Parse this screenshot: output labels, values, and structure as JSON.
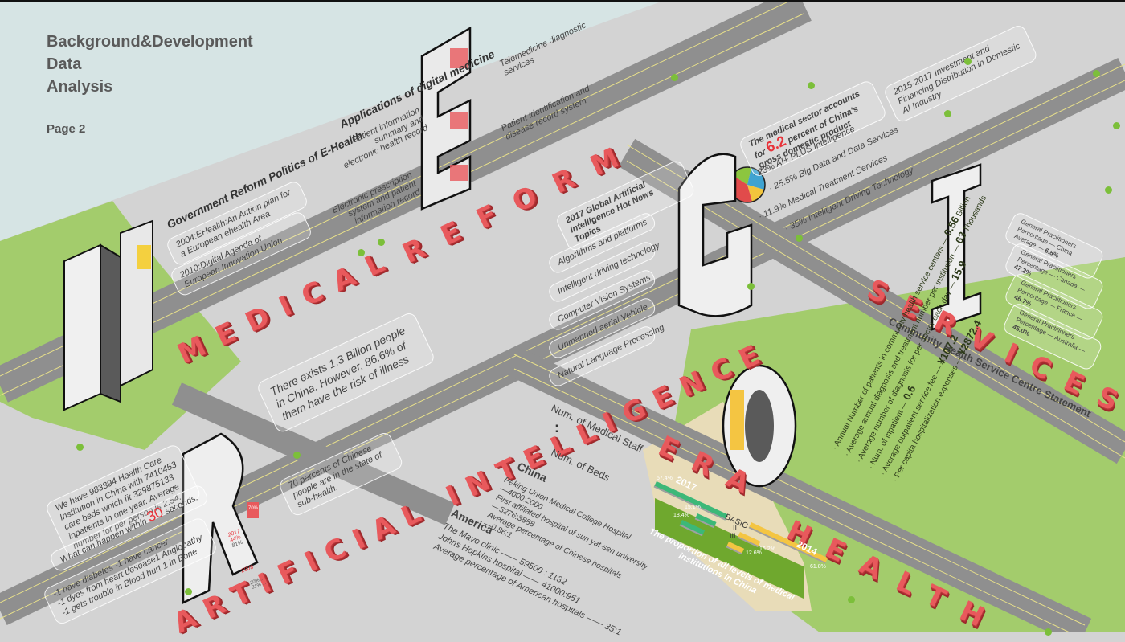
{
  "header": {
    "title_lines": [
      "Background&Development",
      "Data",
      "Analysis"
    ],
    "page_label": "Page 2"
  },
  "big_words": {
    "medical": "MEDICAL",
    "reform": "REFORM",
    "artificial_intelligence": "ARTIFICIAL INTELLIGENCE",
    "services": "SERVICES",
    "era": "ERA",
    "health": "HEALTH"
  },
  "ehealth_politics": {
    "heading": "Government Reform Politics of E-Health",
    "items": [
      "2004:EHealth:An Action plan for a European ehealth Area",
      "2010:Digital Agenda of European Innovation Union"
    ]
  },
  "digital_medicine": {
    "heading": "Applications of digital medicine",
    "items": [
      "Telemedicine diagnostic services",
      "Patient identification and disease record system",
      "Patient information summary and electronic health record",
      "Electronic prescription system and patient information record"
    ]
  },
  "illness_note": "There exists 1.3 Billon people in China. However, 86.6% of them have the risk of illness",
  "subhealth_note": "70 percents of Chinese people are in the state of sub-health.",
  "healthcare_note": "We have 983394 Health Care Institution in China with 7410453 care beds which fit 329875133 inpatients in one year. Average number for per person is 2.54.",
  "thirty_seconds": {
    "prefix": "What can happen within",
    "number": "30",
    "suffix": "seconds."
  },
  "thirty_seconds_events": [
    "-1 have diabetes        -1 have cancer",
    "-1 dyes from heart desease1 Angiopathy",
    "-1 gets trouble in Blood hurt 1 in Bone"
  ],
  "r_building_stats": {
    "year_a": "2017",
    "a_pct_1": "44%",
    "a_pct_2": "81%",
    "year_b": "2008",
    "b_line_1": "20% ...",
    "b_line_2": "81% ...",
    "tag": "70%"
  },
  "ai_news": {
    "heading": "2017 Global Artificial Intelligence Hot News Topics",
    "topics": [
      "Algorithms and platforms",
      "Intelligent driving technology",
      "Computer Vision Systems",
      "Unmanned aerial Vehicle",
      "Natural Language Processing"
    ]
  },
  "gdp_note": {
    "prefix": "The medical sector accounts for",
    "number": "6.2",
    "suffix": "percent of China's gross domestic product"
  },
  "ai_breakdown": [
    {
      "pct": "23%",
      "label": "AI+ PLUS Intelligence",
      "color": "#8cc63f"
    },
    {
      "pct": "25.5%",
      "label": "Big Data and Data Services",
      "color": "#3fa3d1"
    },
    {
      "pct": "11.9%",
      "label": "Medical Treatment Services",
      "color": "#f2c53d"
    },
    {
      "pct": "35%",
      "label": "Intelligent Driving Technology",
      "color": "#e14b4b"
    }
  ],
  "investment_note": "2015-2017 Investment and Financing Distribution in Domestic AI Industry",
  "gp_percentages": [
    {
      "label": "General Practitioners Percentage — China Average —",
      "value": "6.8%"
    },
    {
      "label": "General Practitioners Percentage — Canada —",
      "value": "47.2%"
    },
    {
      "label": "General Practitioners Percentage — France —",
      "value": "46.7%"
    },
    {
      "label": "General Practitioners Percentage — Australia —",
      "value": "45.0%"
    }
  ],
  "staff_beds": {
    "top": "Num. of Medical Staff",
    "colon": ":",
    "bottom": "Num. of Beds",
    "china_heading": "China",
    "china_lines": [
      "Peking Union Medical College Hospital",
      "—4000:2000",
      "First affiliated hospital of sun yat-sen university",
      "—5276:3888",
      "Average percentage of Chinese hospitals",
      "—0.86:1"
    ],
    "america_heading": "America",
    "america_lines": [
      "The Mayo clinic —— 59500 : 1132",
      "Johns Hopkins hospital —— 41000:951",
      "Average percentage of American hospitals —— 35:1"
    ]
  },
  "institution_proportion": {
    "caption": "The proportion of all levels of medical institutions in China",
    "levels": [
      "BASIC",
      "II",
      "III"
    ],
    "series": [
      {
        "year": "2017",
        "values": [
          "57.4%",
          "15.1%",
          "18.4%"
        ],
        "color": "#3cb878"
      },
      {
        "year": "2014",
        "values": [
          "61.8%",
          "16.2%",
          "12.6%"
        ],
        "color": "#f4c542"
      }
    ]
  },
  "community_health": {
    "heading": "Community Health Service Centre Statement",
    "items": [
      {
        "text": "Annual Number of patients in community health service centers —",
        "value": "0.56",
        "unit": "Billion"
      },
      {
        "text": "Average annual diagnosis and treatment number per institution —",
        "value": "63",
        "unit": "Thousands"
      },
      {
        "text": "Average number of diagnosis for per doctor each day —",
        "value": "15.9",
        "unit": ""
      },
      {
        "text": "Num. of inpatient —",
        "value": "0.6",
        "unit": ""
      },
      {
        "text": "Average outpatient service fee —",
        "value": "¥107.2",
        "unit": ""
      },
      {
        "text": "Per capita hospitalization expenses —",
        "value": "¥2872.4",
        "unit": ""
      }
    ]
  },
  "colors": {
    "background": "#d3d3d3",
    "sky": "#d6e4e4",
    "grass": "#a3cc6c",
    "road": "#8f8f8f",
    "road_line": "#e8e08a",
    "accent_red": "#e8595c",
    "sand": "#e8dcb8"
  }
}
